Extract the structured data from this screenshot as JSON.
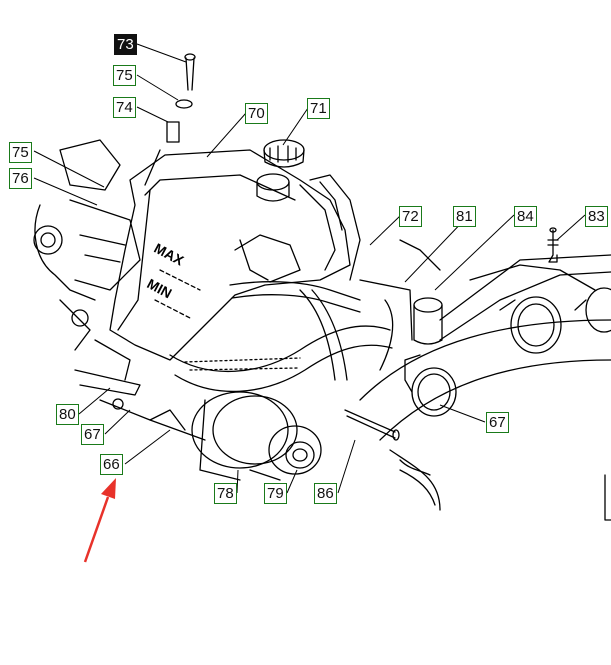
{
  "callouts": {
    "c73": "73",
    "c75a": "75",
    "c74": "74",
    "c70": "70",
    "c71": "71",
    "c75b": "75",
    "c76": "76",
    "c72": "72",
    "c81": "81",
    "c84": "84",
    "c83": "83",
    "c80": "80",
    "c67a": "67",
    "c67b": "67",
    "c66": "66",
    "c78": "78",
    "c79": "79",
    "c86": "86"
  },
  "tank_labels": {
    "max": "MAX",
    "min": "MIN"
  },
  "colors": {
    "callout_border": "#1a7a1a",
    "highlight_bg": "#111111",
    "arrow": "#e8322a",
    "line_art": "#000000"
  },
  "pointer": {
    "target": "66"
  }
}
